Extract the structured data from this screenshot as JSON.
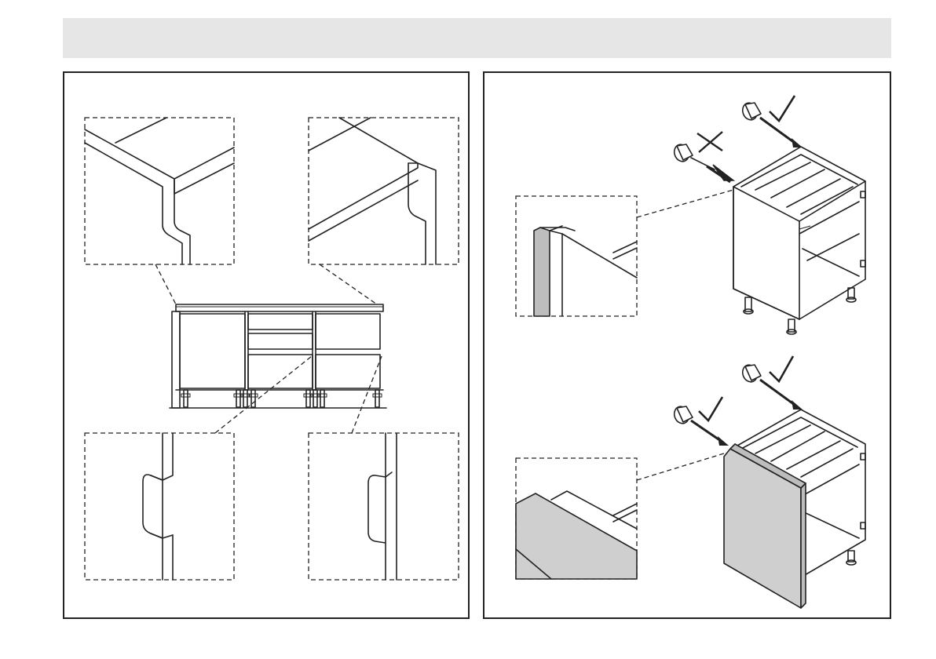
{
  "page": {
    "header_band": "",
    "panels": [
      {
        "id": "left",
        "content": "handle-profile-detail-views"
      },
      {
        "id": "right",
        "content": "door-drilling-correct-incorrect"
      }
    ]
  },
  "colors": {
    "header_band": "#e6e6e6",
    "line": "#222222",
    "door_fill": "#cfcfcf",
    "background": "#ffffff"
  },
  "icons": {
    "correct": "check-mark-icon",
    "incorrect": "cross-mark-icon",
    "tool": "drill-tool-icon"
  }
}
